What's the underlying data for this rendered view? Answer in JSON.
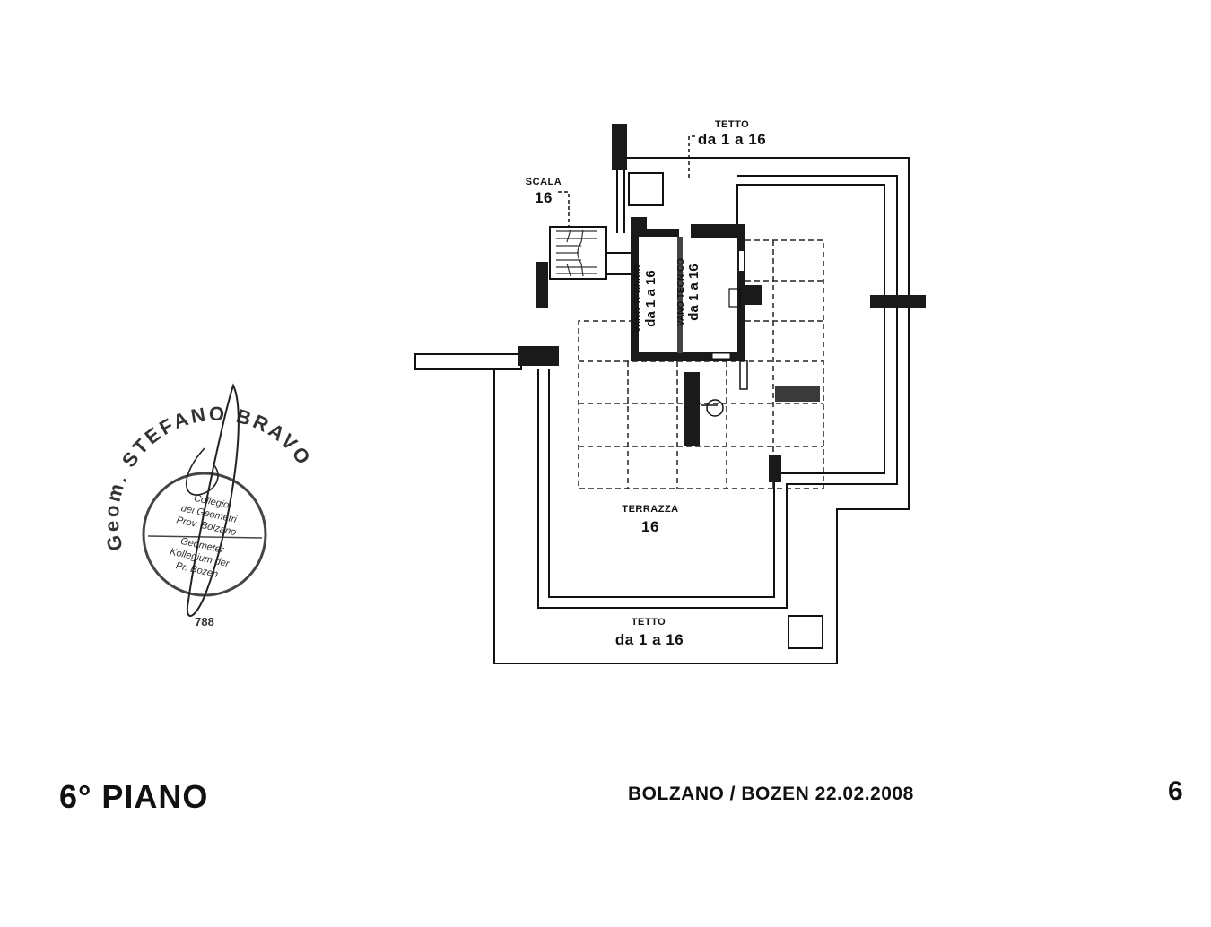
{
  "plan": {
    "labels": {
      "tetto_top_title": "TETTO",
      "tetto_top_range": "da 1 a 16",
      "scala_title": "SCALA",
      "scala_number": "16",
      "vano_1_title": "VANO TECNICO",
      "vano_1_range": "da 1 a 16",
      "vano_2_title": "VANO TECNICO",
      "vano_2_range": "da 1 a 16",
      "terrazza_title": "TERRAZZA",
      "terrazza_number": "16",
      "tetto_bottom_title": "TETTO",
      "tetto_bottom_range": "da 1 a 16"
    }
  },
  "stamp": {
    "arc_text": "Geom. STEFANO BRAVO",
    "line1": "Collegio",
    "line2": "dei Geometri",
    "line3": "Prov. Bolzano",
    "line4": "Geometer",
    "line5": "Kollegium der",
    "line6": "Pr. Bozen",
    "number": "788"
  },
  "footer": {
    "floor": "6° PIANO",
    "place_date": "BOLZANO / BOZEN 22.02.2008",
    "page_number": "6"
  }
}
